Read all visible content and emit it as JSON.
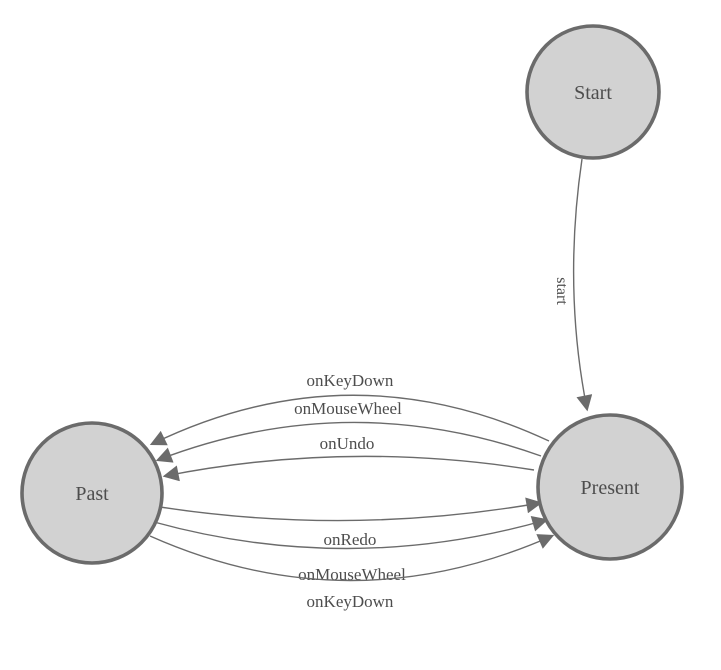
{
  "diagram": {
    "type": "finite-state-machine",
    "colors": {
      "node_fill": "#d2d2d2",
      "node_stroke": "#6b6b6b",
      "edge_stroke": "#6b6b6b",
      "arrow_fill": "#6b6b6b",
      "text_color": "#4d4d4d"
    },
    "nodes": [
      {
        "id": "start",
        "label": "Start"
      },
      {
        "id": "present",
        "label": "Present"
      },
      {
        "id": "past",
        "label": "Past"
      }
    ],
    "edges": [
      {
        "from": "start",
        "to": "present",
        "label": "start"
      },
      {
        "from": "present",
        "to": "past",
        "label": "onKeyDown"
      },
      {
        "from": "present",
        "to": "past",
        "label": "onMouseWheel"
      },
      {
        "from": "present",
        "to": "past",
        "label": "onUndo"
      },
      {
        "from": "past",
        "to": "present",
        "label": "onRedo"
      },
      {
        "from": "past",
        "to": "present",
        "label": "onMouseWheel"
      },
      {
        "from": "past",
        "to": "present",
        "label": "onKeyDown"
      }
    ]
  }
}
